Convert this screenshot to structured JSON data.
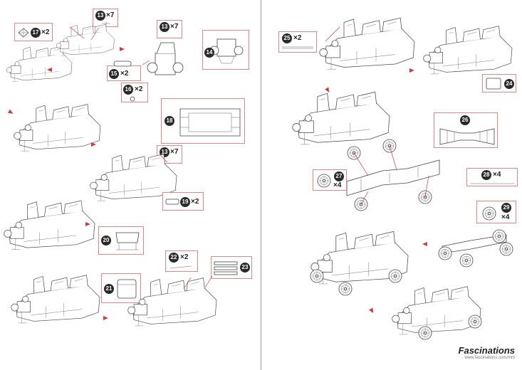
{
  "steps": {
    "s13a": {
      "number": "13",
      "qty": "×7"
    },
    "s13b": {
      "number": "13",
      "qty": "×7"
    },
    "s13c": {
      "number": "13",
      "qty": "×7"
    },
    "s14": {
      "number": "14"
    },
    "s15": {
      "number": "15",
      "qty": "×2"
    },
    "s16": {
      "number": "16",
      "qty": "×2"
    },
    "s17": {
      "number": "17",
      "qty": "×2"
    },
    "s18": {
      "number": "18"
    },
    "s19": {
      "number": "19",
      "qty": "×2"
    },
    "s20": {
      "number": "20"
    },
    "s21": {
      "number": "21"
    },
    "s22": {
      "number": "22",
      "qty": "×2"
    },
    "s23": {
      "number": "23"
    },
    "s24": {
      "number": "24"
    },
    "s25": {
      "number": "25",
      "qty": "×2"
    },
    "s26": {
      "number": "26"
    },
    "s27": {
      "number": "27",
      "qty": "×4"
    },
    "s28": {
      "number": "28",
      "qty": "×4"
    },
    "s29": {
      "number": "29",
      "qty": "×4"
    }
  },
  "brand": {
    "name": "Fascinations",
    "url": "www.fascinations.com/mm"
  },
  "colors": {
    "accent": "#cc3b3b",
    "callout_border": "#d98a8a",
    "line": "#444444"
  }
}
